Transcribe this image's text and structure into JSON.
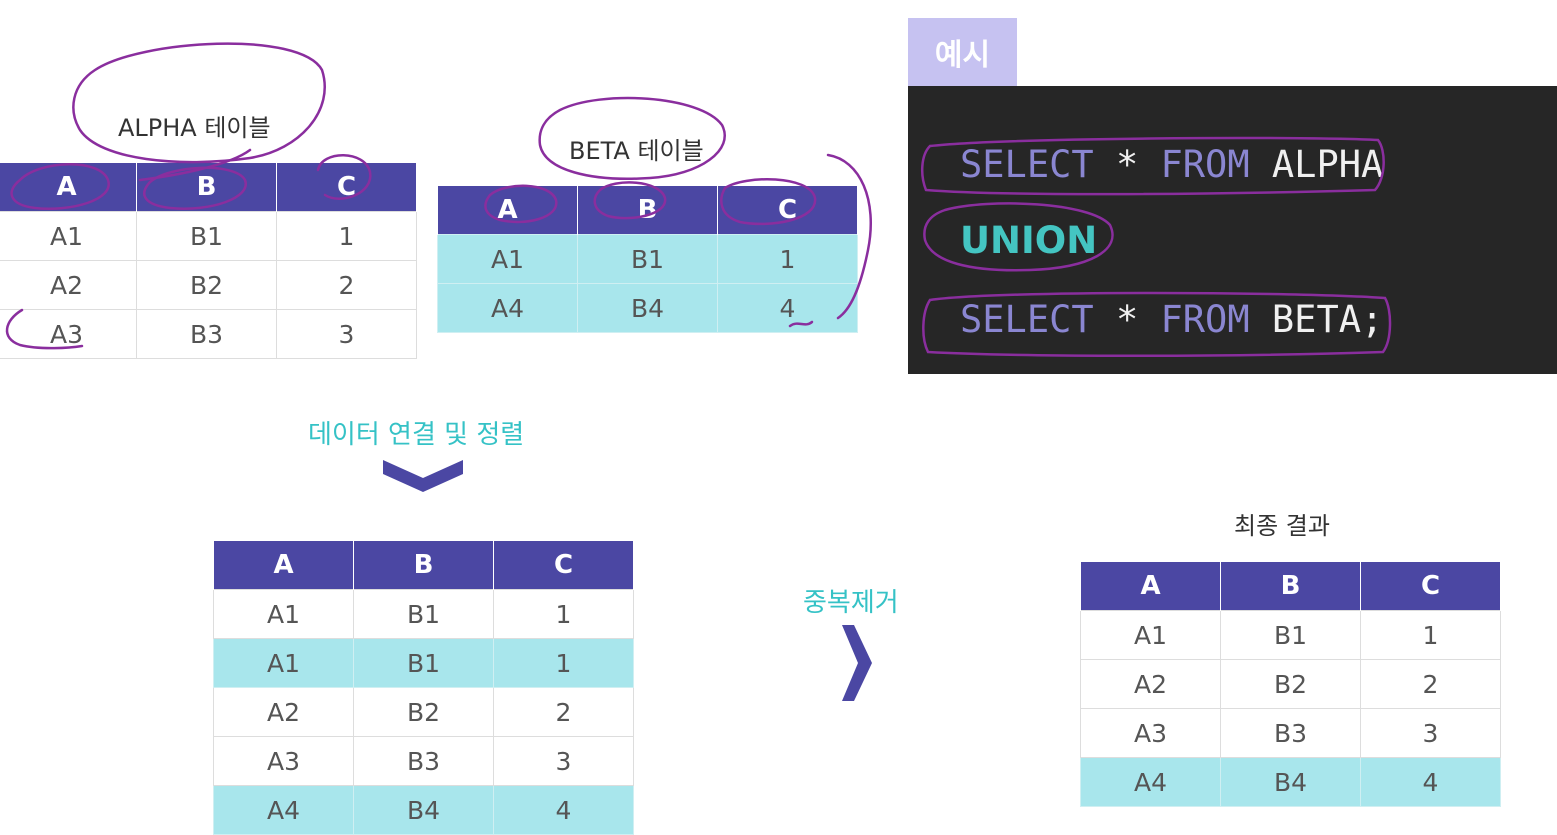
{
  "alpha": {
    "caption": "ALPHA 테이블",
    "headers": [
      "A",
      "B",
      "C"
    ],
    "rows": [
      [
        "A1",
        "B1",
        "1"
      ],
      [
        "A2",
        "B2",
        "2"
      ],
      [
        "A3",
        "B3",
        "3"
      ]
    ]
  },
  "beta": {
    "caption": "BETA 테이블",
    "headers": [
      "A",
      "B",
      "C"
    ],
    "rows": [
      [
        "A1",
        "B1",
        "1"
      ],
      [
        "A4",
        "B4",
        "4"
      ]
    ]
  },
  "example": {
    "tag": "예시",
    "line1": {
      "kw1": "SELECT",
      "star": "*",
      "kw2": "FROM",
      "table": "ALPHA"
    },
    "line2": {
      "kw": "UNION"
    },
    "line3": {
      "kw1": "SELECT",
      "star": "*",
      "kw2": "FROM",
      "table": "BETA;"
    }
  },
  "step1": {
    "label": "데이터 연결 및 정렬"
  },
  "combined": {
    "headers": [
      "A",
      "B",
      "C"
    ],
    "rows": [
      [
        "A1",
        "B1",
        "1"
      ],
      [
        "A1",
        "B1",
        "1"
      ],
      [
        "A2",
        "B2",
        "2"
      ],
      [
        "A3",
        "B3",
        "3"
      ],
      [
        "A4",
        "B4",
        "4"
      ]
    ]
  },
  "step2": {
    "label": "중복제거"
  },
  "final": {
    "caption": "최종 결과",
    "headers": [
      "A",
      "B",
      "C"
    ],
    "rows": [
      [
        "A1",
        "B1",
        "1"
      ],
      [
        "A2",
        "B2",
        "2"
      ],
      [
        "A3",
        "B3",
        "3"
      ],
      [
        "A4",
        "B4",
        "4"
      ]
    ]
  },
  "colors": {
    "header": "#4b47a3",
    "highlight": "#a8e6ec",
    "teal_text": "#35c2c6",
    "code_bg": "#262626",
    "tag_bg": "#c6c2f1",
    "pen": "#8a2e9e"
  }
}
